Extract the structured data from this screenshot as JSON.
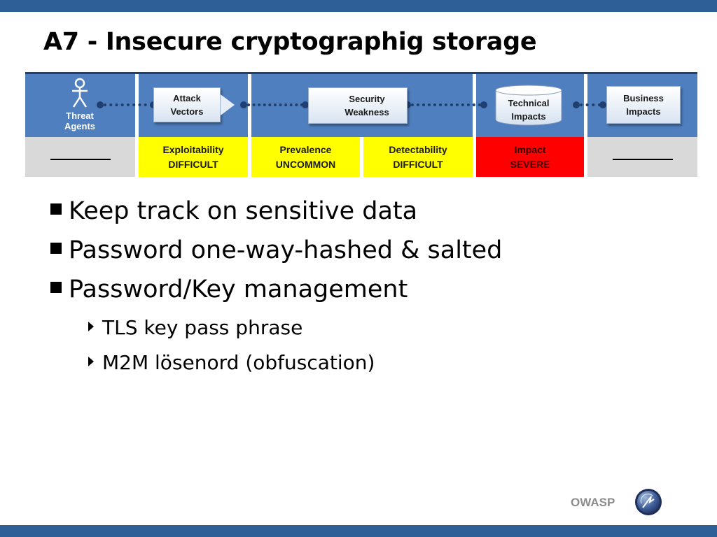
{
  "slide": {
    "title": "A7 - Insecure cryptographig storage",
    "risk_table": {
      "threat_agents": [
        "Threat",
        "Agents"
      ],
      "attack_vectors": [
        "Attack",
        "Vectors"
      ],
      "security_weakness": [
        "Security",
        "Weakness"
      ],
      "technical_impacts": [
        "Technical",
        "Impacts"
      ],
      "business_impacts": [
        "Business",
        "Impacts"
      ],
      "exploitability": {
        "label": "Exploitability",
        "value": "DIFFICULT"
      },
      "prevalence": {
        "label": "Prevalence",
        "value": "UNCOMMON"
      },
      "detectability": {
        "label": "Detectability",
        "value": "DIFFICULT"
      },
      "impact": {
        "label": "Impact",
        "value": "SEVERE"
      },
      "colors": {
        "header": "#4f7fbf",
        "grey": "#d9d9d9",
        "yellow": "#ffff00",
        "red": "#ff0000"
      }
    },
    "bullets": [
      "Keep track on sensitive data",
      "Password one-way-hashed & salted",
      "Password/Key management"
    ],
    "sub_bullets": [
      "TLS key pass phrase",
      "M2M lösenord (obfuscation)"
    ],
    "footer": {
      "brand": "OWASP",
      "bar_color": "#2e5f96"
    }
  }
}
